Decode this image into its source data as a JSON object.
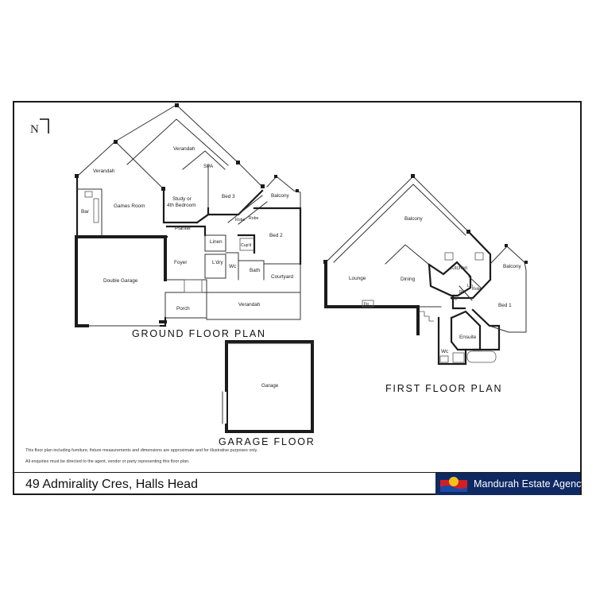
{
  "property": {
    "address": "49 Admirality Cres, Halls Head"
  },
  "agency": {
    "name": "Mandurah Estate Agency",
    "colors": {
      "background": "#0f2a63",
      "text": "#ffffff",
      "logo_red": "#d21f26",
      "logo_yellow": "#f2c21b"
    }
  },
  "compass": {
    "label": "N",
    "icon": "north-arrow-icon"
  },
  "plans": {
    "ground_floor": {
      "title": "GROUND FLOOR PLAN",
      "rooms": {
        "verandah_top": "Verandah",
        "verandah_left": "Verandah",
        "spa": "SPA",
        "study_line1": "Study or",
        "study_line2": "4th Bedroom",
        "bed3": "Bed 3",
        "balcony": "Balcony",
        "bar": "Bar",
        "games_room": "Games Room",
        "robe1": "Robe",
        "robe2": "Robe",
        "planter": "Planter",
        "bed2": "Bed 2",
        "linen": "Linen",
        "cup": "Cup'd",
        "foyer": "Foyer",
        "laundry": "L'dry",
        "wc": "Wc",
        "bath": "Bath",
        "courtyard": "Courtyard",
        "double_garage": "Double Garage",
        "porch": "Porch",
        "verandah_front": "Verandah"
      }
    },
    "first_floor": {
      "title": "FIRST FLOOR PLAN",
      "rooms": {
        "balcony_main": "Balcony",
        "lounge": "Lounge",
        "dining": "Dining",
        "kitchen": "Kitchen",
        "balcony_side": "Balcony",
        "pty": "Pty",
        "ref": "Ref",
        "lin": "Lin",
        "robe": "Robe",
        "bed1": "Bed 1",
        "fp": "Fp",
        "ensuite": "Ensuite",
        "wc": "Wc"
      }
    },
    "garage_floor": {
      "title": "GARAGE FLOOR",
      "rooms": {
        "garage": "Garage"
      }
    }
  },
  "disclaimer": {
    "line1": "This floor plan including furniture, fixture measurements and dimensions are approximate and for illustrative purposes only.",
    "line2": "All enquiries must be directed to the agent, vendor or party representing this floor plan."
  }
}
